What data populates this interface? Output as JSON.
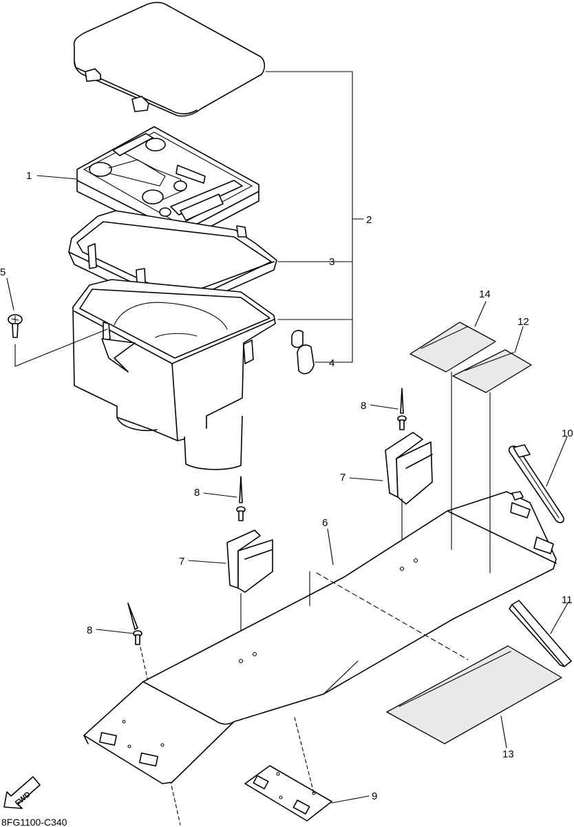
{
  "diagram": {
    "code": "8FG1100-C340",
    "fwd_label": "FWD",
    "callouts": [
      "1",
      "2",
      "3",
      "4",
      "5",
      "6",
      "7",
      "7",
      "8",
      "8",
      "8",
      "9",
      "10",
      "11",
      "12",
      "13",
      "14"
    ]
  }
}
